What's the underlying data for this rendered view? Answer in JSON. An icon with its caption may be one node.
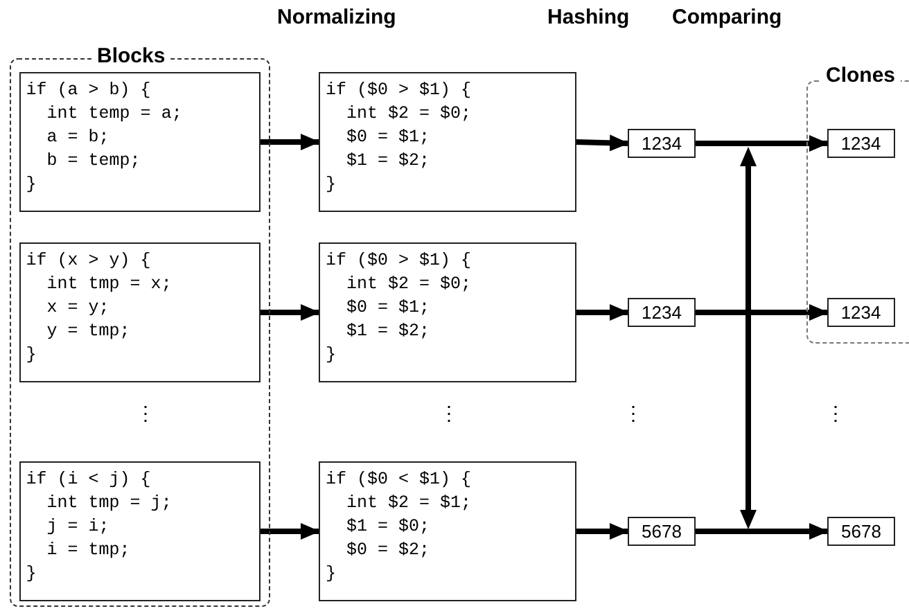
{
  "diagram": {
    "nodes": [
      {
        "text": [
          "Blocks"
        ]
      },
      {
        "text": [
          "if (a > b) {",
          "  int temp = a;",
          "  a = b;",
          "  b = temp;",
          "}"
        ],
        "in": 0
      },
      {
        "text": [
          "if (x > y) {",
          "  int tmp = x;",
          "  x = y;",
          "  y = tmp;",
          "}"
        ],
        "in": 0
      },
      {
        "text": [
          "if (i < j) {",
          "  int tmp = j;",
          "  j = i;",
          "  i = tmp;",
          "}"
        ],
        "in": 0
      },
      {
        "text": [
          "if ($0 > $1) {",
          "  int $2 = $0;",
          "  $0 = $1;",
          "  $1 = $2;",
          "}"
        ]
      },
      {
        "text": [
          "if ($0 > $1) {",
          "  int $2 = $0;",
          "  $0 = $1;",
          "  $1 = $2;",
          "}"
        ]
      },
      {
        "text": [
          "if ($0 < $1) {",
          "  int $2 = $1;",
          "  $1 = $0;",
          "  $0 = $2;",
          "}"
        ]
      },
      {
        "text": [
          "1234"
        ]
      },
      {
        "text": [
          "1234"
        ]
      },
      {
        "text": [
          "5678"
        ]
      },
      {
        "text": [
          "Clones"
        ]
      },
      {
        "text": [
          "1234"
        ],
        "in": 10
      },
      {
        "text": [
          "1234"
        ],
        "in": 10
      },
      {
        "text": [
          "5678"
        ]
      }
    ],
    "edges": [
      {
        "from": 1,
        "to": 4,
        "arrow": "to"
      },
      {
        "from": 2,
        "to": 5,
        "arrow": "to"
      },
      {
        "from": 3,
        "to": 6,
        "arrow": "to"
      },
      {
        "from": 4,
        "to": 7,
        "arrow": "to"
      },
      {
        "from": 5,
        "to": 8,
        "arrow": "to"
      },
      {
        "from": 6,
        "to": 9,
        "arrow": "to"
      },
      {
        "from": 7,
        "to": 11,
        "arrow": "to"
      },
      {
        "from": 8,
        "to": 12,
        "arrow": "to"
      },
      {
        "from": 9,
        "to": 13,
        "arrow": "to"
      }
    ],
    "labels": [
      "Normalizing",
      "Hashing",
      "Comparing",
      "⋮",
      "⋮",
      "⋮",
      "⋮"
    ]
  }
}
